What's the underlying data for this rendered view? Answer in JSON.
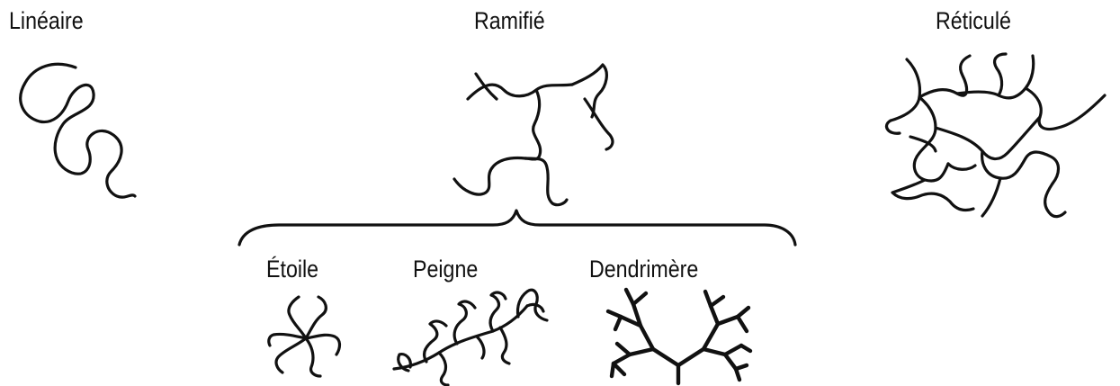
{
  "labels": {
    "lineaire": "Linéaire",
    "ramifie": "Ramifié",
    "reticule": "Réticulé",
    "etoile": "Étoile",
    "peigne": "Peigne",
    "dendrimere": "Dendrimère"
  },
  "colors": {
    "stroke": "#111111",
    "background": "#ffffff"
  }
}
